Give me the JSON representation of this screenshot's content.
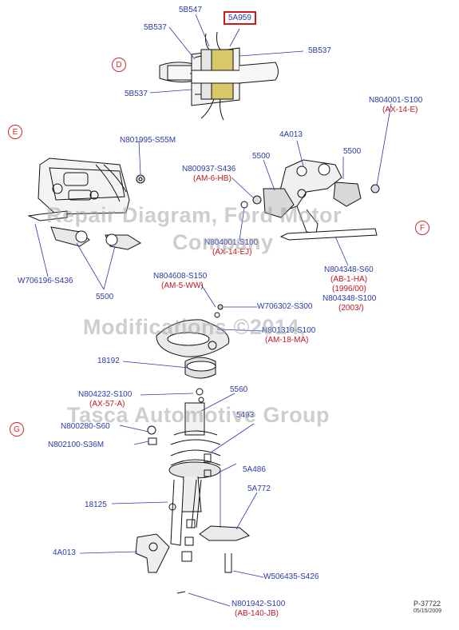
{
  "sections": {
    "d": "D",
    "e": "E",
    "f": "F",
    "g": "G"
  },
  "labels": {
    "l5B547": "5B547",
    "l5A959": "5A959",
    "l5B537a": "5B537",
    "l5B537b": "5B537",
    "l5B537c": "5B537",
    "lN804001a": "N804001-S100",
    "lAX14Ea": "(AX-14-E)",
    "l4A013a": "4A013",
    "lN801995": "N801995-S55M",
    "l5500a": "5500",
    "l5500b": "5500",
    "lN800937": "N800937-S436",
    "lAM6HB": "(AM-6-HB)",
    "lN804001b": "N804001-S100",
    "lAX14Eb": "(AX-14-EJ)",
    "lN804348a": "N804348-S60",
    "lAB1HA": "(AB-1-HA)",
    "l199600": "(1996/00)",
    "lN804348b": "N804348-S100",
    "l2003": "(2003/)",
    "lW706196": "W706196-S436",
    "l5500c": "5500",
    "lN804608": "N804608-S150",
    "lAM5WW": "(AM-5-WW)",
    "lW706302": "W706302-S300",
    "lN801310": "N801310-S100",
    "lAM18MA": "(AM-18-MA)",
    "l18192": "18192",
    "lN804232": "N804232-S100",
    "lAX57A": "(AX-57-A)",
    "l5560": "5560",
    "lN800280": "N800280-S60",
    "l5493": "5493",
    "lN802100": "N802100-S36M",
    "l5A486": "5A486",
    "l5A772": "5A772",
    "l18125": "18125",
    "l4A013b": "4A013",
    "lW506435": "W506435-S426",
    "lN801942": "N801942-S100",
    "lAB140JB": "(AB-140-JB)"
  },
  "watermark": {
    "line1": "Repair Diagram, Ford Motor",
    "line2": "Company",
    "line3": "Modifications ©2014,",
    "line4": "Tasca Automotive Group"
  },
  "footer": {
    "code": "P-37722",
    "date": "05/15/2009"
  },
  "colors": {
    "label": "#2b3aa8",
    "spec": "#c0181e",
    "circle": "#d02a2a",
    "highlight": "#d01818",
    "part_fill": "#d8c86a"
  }
}
